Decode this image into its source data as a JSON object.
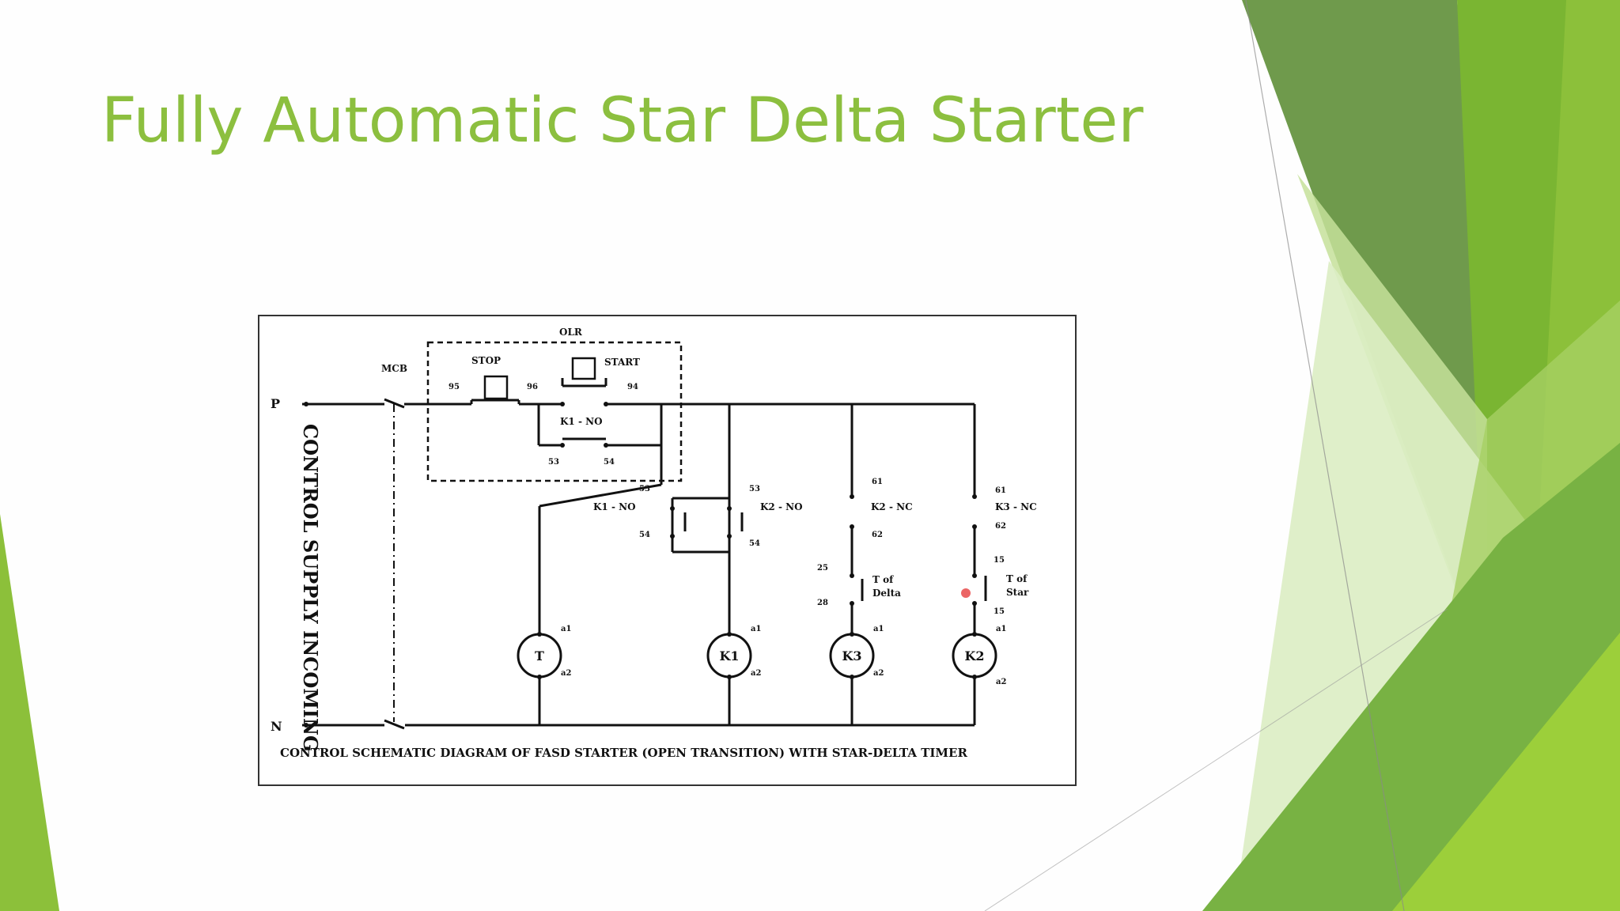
{
  "slide": {
    "title": "Fully Automatic Star Delta Starter",
    "accent_color": "#8cbf3f"
  },
  "schematic": {
    "caption": "CONTROL SCHEMATIC DIAGRAM OF FASD STARTER (OPEN TRANSITION) WITH STAR-DELTA TIMER",
    "side_label": "CONTROL SUPPLY INCOMING",
    "rails": {
      "phase": "P",
      "neutral": "N"
    },
    "labels": {
      "olr": "OLR",
      "mcb": "MCB",
      "stop": "STOP",
      "start": "START",
      "k1_no_hold": "K1 - NO",
      "k1_no": "K1 - NO",
      "k2_no": "K2 - NO",
      "k2_nc": "K2 - NC",
      "k3_nc": "K3 - NC",
      "t_of_delta_1": "T of",
      "t_of_delta_2": "Delta",
      "t_of_star_1": "T of",
      "t_of_star_2": "Star"
    },
    "terminals": {
      "t95": "95",
      "t96": "96",
      "t94": "94",
      "t53a": "53",
      "t54a": "54",
      "t53b": "53",
      "t54b": "54",
      "t53c": "53",
      "t54c": "54",
      "t61a": "61",
      "t62a": "62",
      "t61b": "61",
      "t62b": "62",
      "t25a": "25",
      "t28a": "28",
      "t15a": "15",
      "t15b": "15"
    },
    "coils": [
      {
        "name": "T",
        "a1": "a1",
        "a2": "a2"
      },
      {
        "name": "K1",
        "a1": "a1",
        "a2": "a2"
      },
      {
        "name": "K3",
        "a1": "a1",
        "a2": "a2"
      },
      {
        "name": "K2",
        "a1": "a1",
        "a2": "a2"
      }
    ]
  }
}
